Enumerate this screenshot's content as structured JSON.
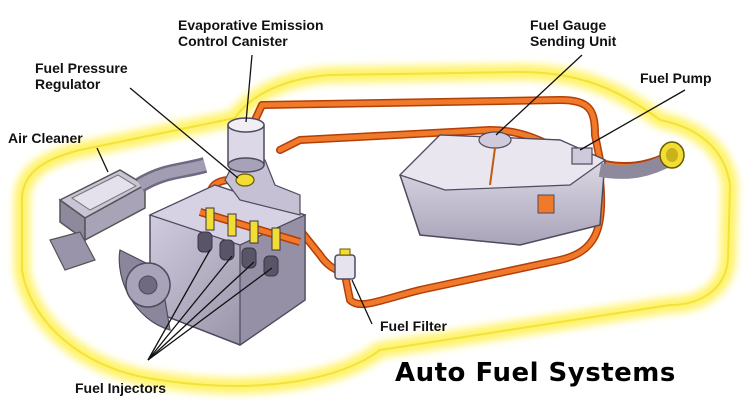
{
  "title": "Auto Fuel Systems",
  "labels": {
    "canister": [
      "Evaporative Emission",
      "Control Canister"
    ],
    "gauge": [
      "Fuel Gauge",
      "Sending Unit"
    ],
    "regulator": [
      "Fuel Pressure",
      "Regulator"
    ],
    "pump": "Fuel Pump",
    "air_cleaner": "Air Cleaner",
    "filter": "Fuel Filter",
    "injectors": "Fuel Injectors"
  },
  "colors": {
    "car_glow": "#fff36a",
    "fuel_line": "#e8661c",
    "engine": "#b8b2c8",
    "tank": "#d9d4e4"
  }
}
